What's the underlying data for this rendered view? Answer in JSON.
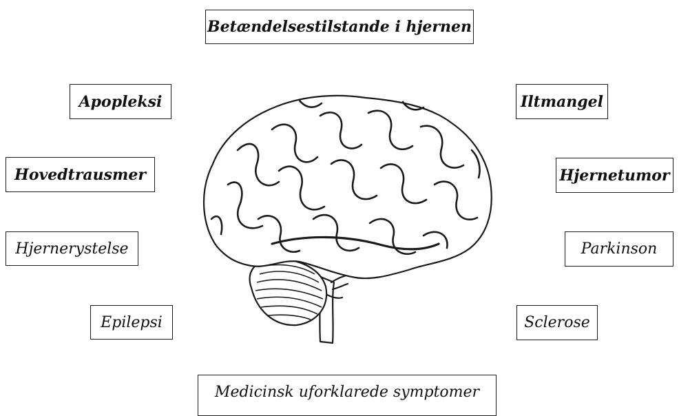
{
  "labels": {
    "top": "Betændelsestilstande i hjernen",
    "apopleksi": "Apopleksi",
    "hovedtraume": "Hovedtrausmer",
    "hjernerystelse": "Hjernerystelse",
    "epilepsi": "Epilepsi",
    "iltmangel": "Iltmangel",
    "hjernetumor": "Hjernetumor",
    "parkinson": "Parkinson",
    "sclerose": "Sclerose",
    "bottom": "Medicinsk uforklarede symptomer"
  },
  "colors": {
    "line": "#1a1a1a",
    "fill": "#ffffff",
    "background": "#ffffff"
  },
  "icons": {
    "central": "brain-illustration"
  }
}
